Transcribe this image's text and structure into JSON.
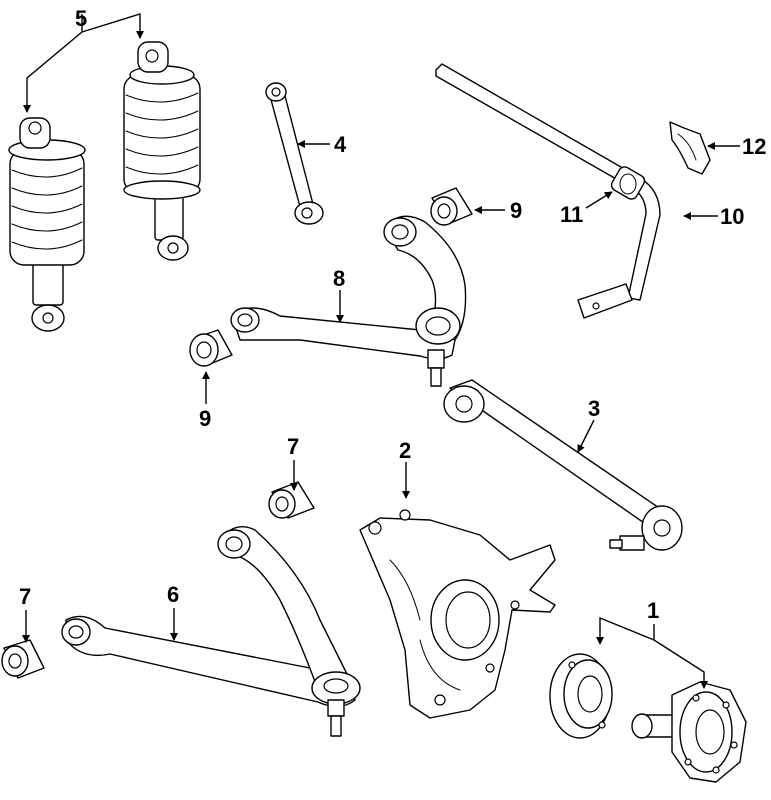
{
  "callouts": {
    "c1": "1",
    "c2": "2",
    "c3": "3",
    "c4": "4",
    "c5": "5",
    "c6": "6",
    "c7a": "7",
    "c7b": "7",
    "c8": "8",
    "c9a": "9",
    "c9b": "9",
    "c10": "10",
    "c11": "11",
    "c12": "12"
  }
}
